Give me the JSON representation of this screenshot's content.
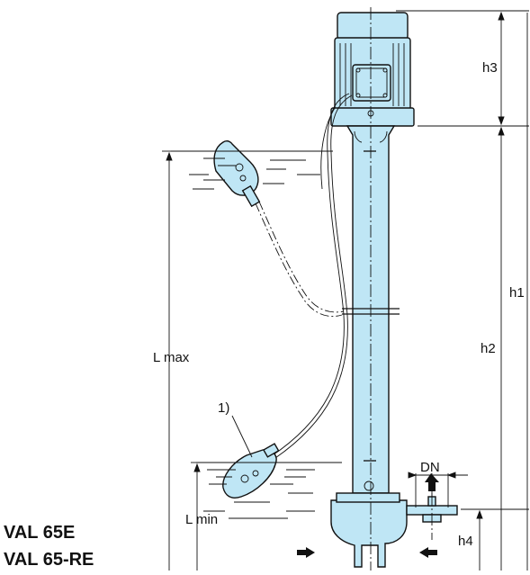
{
  "labels": {
    "h3": "h3",
    "h1": "h1",
    "h2": "h2",
    "h4": "h4",
    "dn": "DN",
    "lmax": "L max",
    "lmin": "L min",
    "note": "1)"
  },
  "models": [
    "VAL 65E",
    "VAL 65-RE"
  ],
  "colors": {
    "pump_body": "#bfe6f5",
    "outline": "#111111"
  }
}
